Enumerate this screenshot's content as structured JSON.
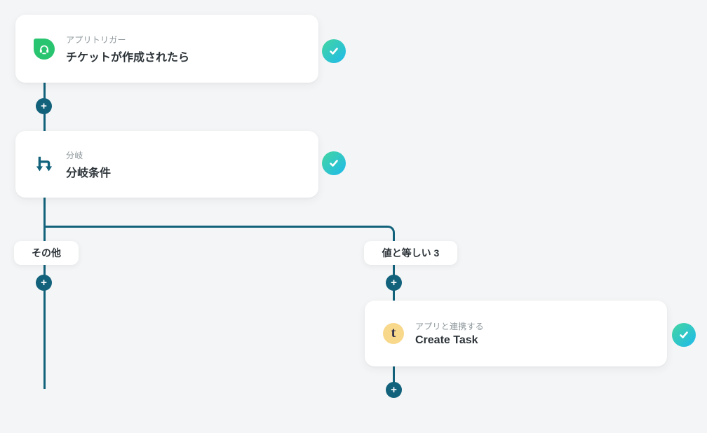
{
  "colors": {
    "background": "#f4f5f6",
    "flow_line": "#12627c",
    "card_title": "#2d3439",
    "card_label": "#8e979b",
    "check_gradient_start": "#43d6a0",
    "check_gradient_end": "#1fb9ec",
    "trigger_icon_bg": "#29c46f",
    "task_icon_bg": "#f8d88b",
    "task_icon_letter_color": "#33304c"
  },
  "flow": {
    "trigger_card": {
      "label": "アプリトリガー",
      "title": "チケットが作成されたら",
      "icon": "headset-app-icon"
    },
    "branch_card": {
      "label": "分岐",
      "title": "分岐条件",
      "icon": "branch-icon"
    },
    "task_card": {
      "label": "アプリと連携する",
      "title": "Create Task",
      "icon": "t-app-icon",
      "icon_letter": "t"
    },
    "branch_labels": {
      "left": "その他",
      "right": "値と等しい 3"
    },
    "plus": "+"
  }
}
